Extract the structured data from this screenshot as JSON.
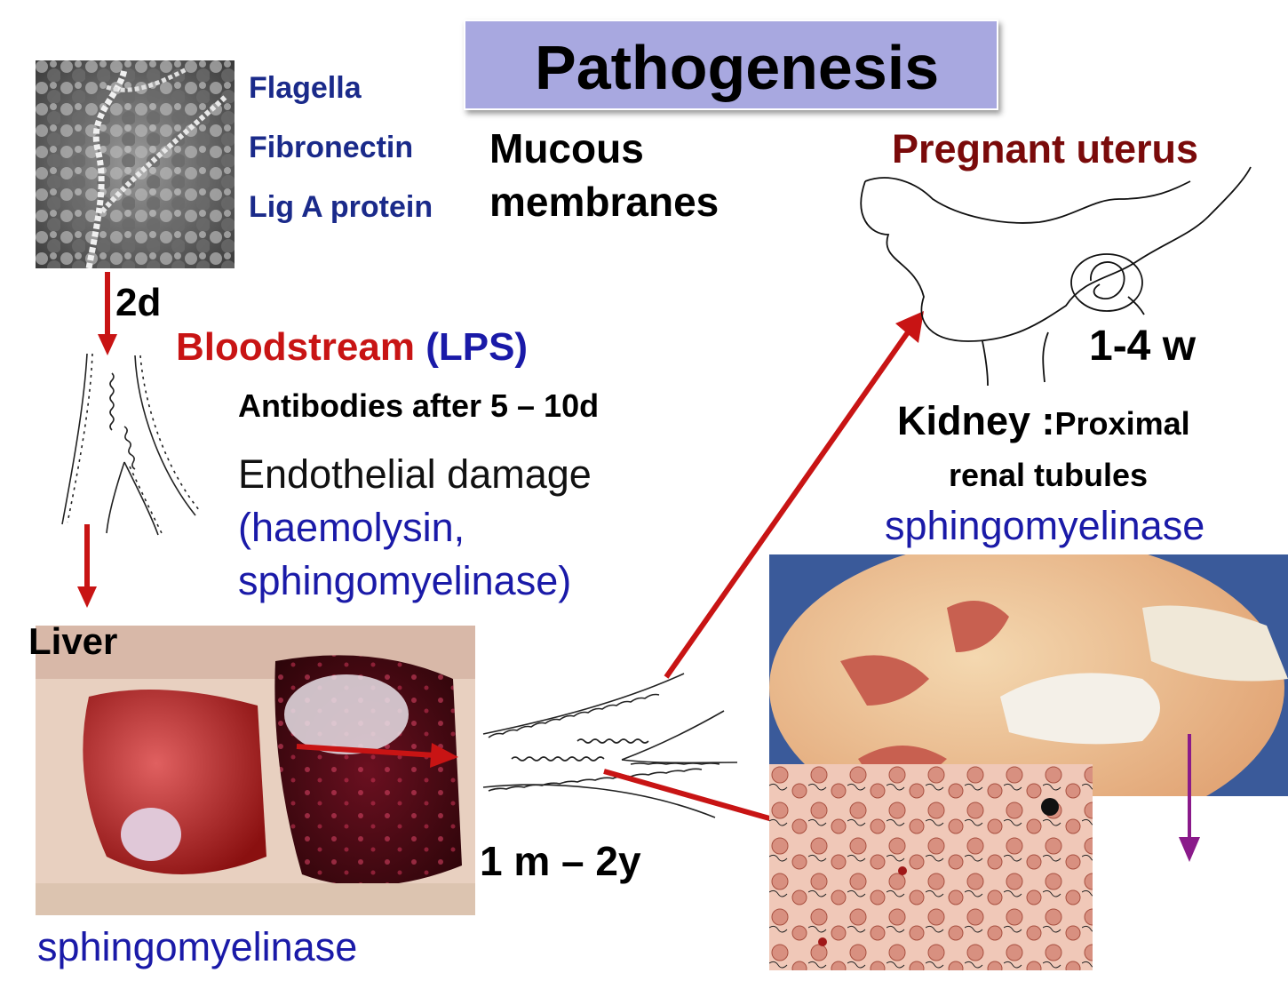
{
  "title": "Pathogenesis",
  "adhesion_factors": [
    "Flagella",
    "Fibronectin",
    "Lig A protein"
  ],
  "mucous_membranes": [
    "Mucous",
    "membranes"
  ],
  "time_2d": "2d",
  "bloodstream": {
    "label": "Bloodstream",
    "lps": "(LPS)"
  },
  "antibodies": "Antibodies after 5 – 10d",
  "endothelial": {
    "line1": "Endothelial damage",
    "line2": "(haemolysin,",
    "line3": "sphingomyelinase)"
  },
  "liver": {
    "label": "Liver",
    "enzyme": "sphingomyelinase"
  },
  "time_1m_2y": "1 m – 2y",
  "uterus": {
    "label": "Pregnant uterus",
    "time": "1-4 w"
  },
  "kidney": {
    "label": "Kidney :",
    "detail1": "Proximal",
    "detail2": "renal tubules",
    "enzyme": "sphingomyelinase"
  },
  "colors": {
    "title_bg": "#a8a8e0",
    "arrow_red": "#c81414",
    "arrow_purple": "#8a1a8a",
    "blue_text": "#1a1aa8",
    "dark_red_text": "#7a0a0a"
  }
}
